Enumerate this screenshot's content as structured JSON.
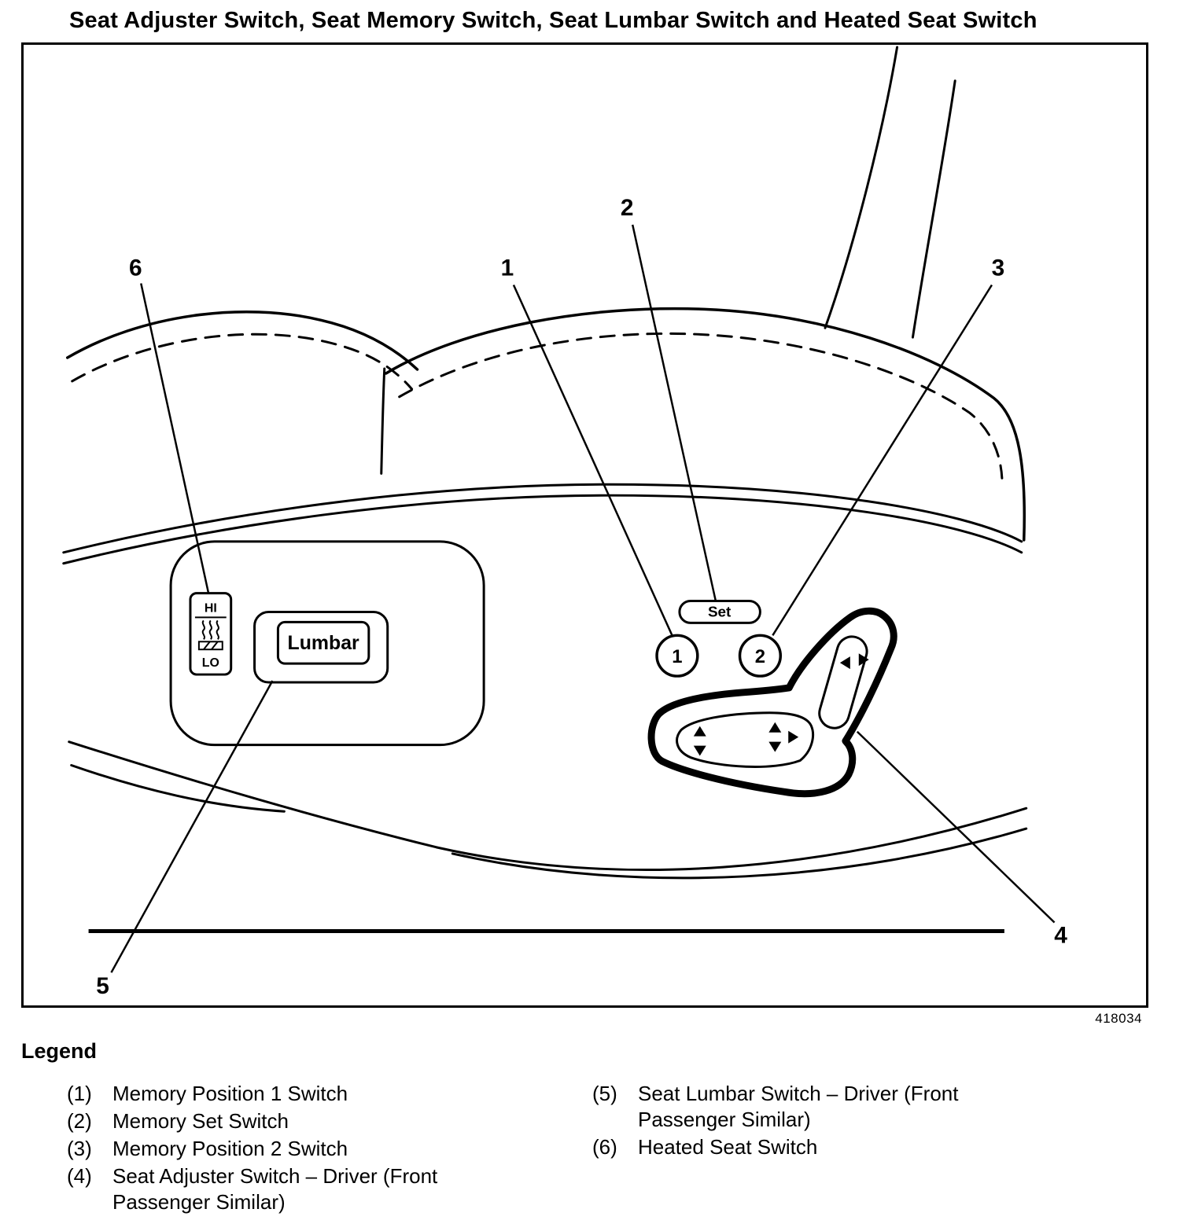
{
  "page": {
    "title": "Seat Adjuster Switch, Seat Memory Switch, Seat Lumbar Switch and Heated Seat Switch",
    "figure_number": "418034"
  },
  "diagram": {
    "callouts": {
      "c1": "1",
      "c2": "2",
      "c3": "3",
      "c4": "4",
      "c5": "5",
      "c6": "6"
    },
    "controls": {
      "set_button_label": "Set",
      "memory_position_1_label": "1",
      "memory_position_2_label": "2",
      "lumbar_button_label": "Lumbar",
      "heated_seat_hi_label": "HI",
      "heated_seat_lo_label": "LO"
    }
  },
  "legend": {
    "heading": "Legend",
    "left_items": [
      {
        "num": "(1)",
        "label": "Memory Position 1 Switch"
      },
      {
        "num": "(2)",
        "label": "Memory Set Switch"
      },
      {
        "num": "(3)",
        "label": "Memory Position 2 Switch"
      },
      {
        "num": "(4)",
        "label": "Seat Adjuster Switch – Driver (Front Passenger Similar)"
      }
    ],
    "right_items": [
      {
        "num": "(5)",
        "label": "Seat Lumbar Switch – Driver (Front Passenger Similar)"
      },
      {
        "num": "(6)",
        "label": "Heated Seat Switch"
      }
    ]
  }
}
